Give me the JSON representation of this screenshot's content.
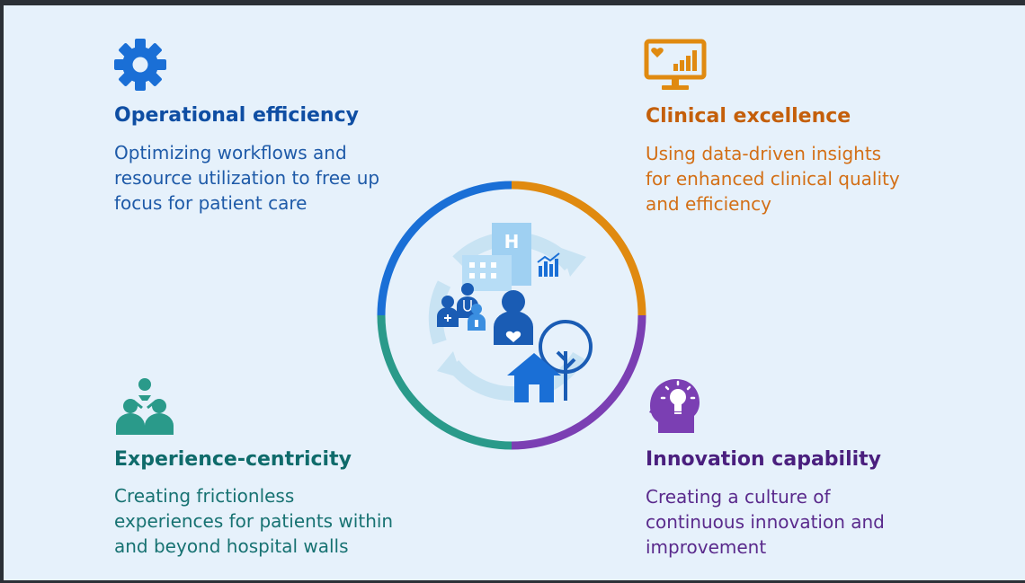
{
  "colors": {
    "background": "#e6f1fb",
    "blue": "#1a6fd6",
    "orange": "#e08a10",
    "purple": "#7b3fb3",
    "teal": "#2a9a8a"
  },
  "quadrants": {
    "operational": {
      "icon": "gear-icon",
      "title": "Operational efficiency",
      "lines": [
        "Optimizing workflows and",
        "resource utilization to free up",
        "focus for patient care"
      ]
    },
    "clinical": {
      "icon": "monitor-chart-icon",
      "title": "Clinical excellence",
      "lines": [
        "Using data-driven insights",
        "for enhanced clinical quality",
        "and efficiency"
      ]
    },
    "experience": {
      "icon": "people-group-icon",
      "title": "Experience-centricity",
      "lines": [
        "Creating frictionless",
        "experiences for patients within",
        "and beyond hospital walls"
      ]
    },
    "innovation": {
      "icon": "lightbulb-head-icon",
      "title": "Innovation capability",
      "lines": [
        "Creating a culture of",
        "continuous innovation and",
        "improvement"
      ]
    }
  },
  "center": {
    "hospital_sign": "H",
    "icons": [
      "hospital-icon",
      "bar-chart-icon",
      "patient-heart-icon",
      "care-team-icon",
      "home-icon",
      "tree-icon",
      "cycle-arrows-icon"
    ]
  }
}
